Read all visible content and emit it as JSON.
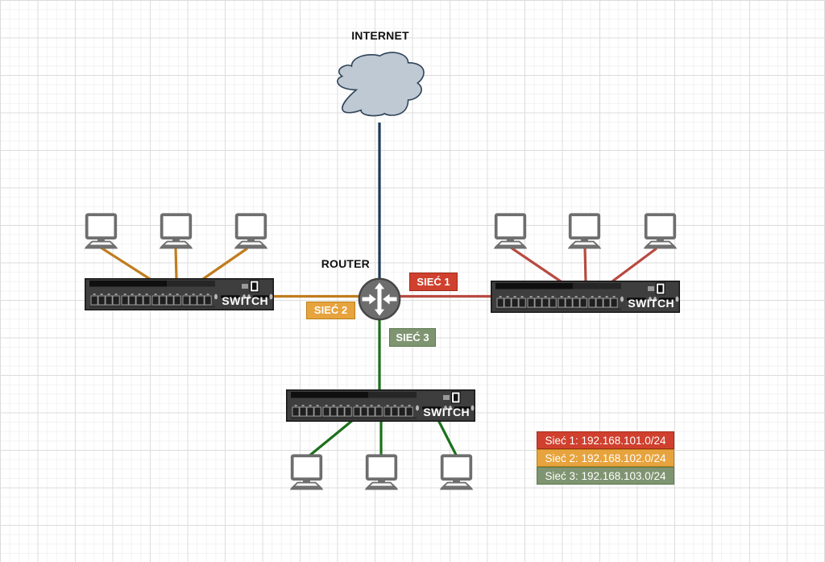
{
  "diagram": {
    "title_labels": {
      "internet": "INTERNET",
      "router": "ROUTER"
    },
    "networks": [
      {
        "label": "SIEĆ 1",
        "legend": "Sieć 1: 192.168.101.0/24",
        "fill": "#d0402e",
        "border": "#a02b19",
        "line_color": "#b84a40"
      },
      {
        "label": "SIEĆ 2",
        "legend": "Sieć 2: 192.168.102.0/24",
        "fill": "#e7a33d",
        "border": "#bc7f16",
        "line_color": "#c07d1e"
      },
      {
        "label": "SIEĆ 3",
        "legend": "Sieć 3: 192.168.103.0/24",
        "fill": "#7f9470",
        "border": "#5b7a4e",
        "line_color": "#1b701b"
      }
    ],
    "switches": [
      {
        "label": "SWITCH"
      },
      {
        "label": "SWITCH"
      },
      {
        "label": "SWITCH"
      }
    ],
    "internet_line_color": "#1f3a58"
  }
}
